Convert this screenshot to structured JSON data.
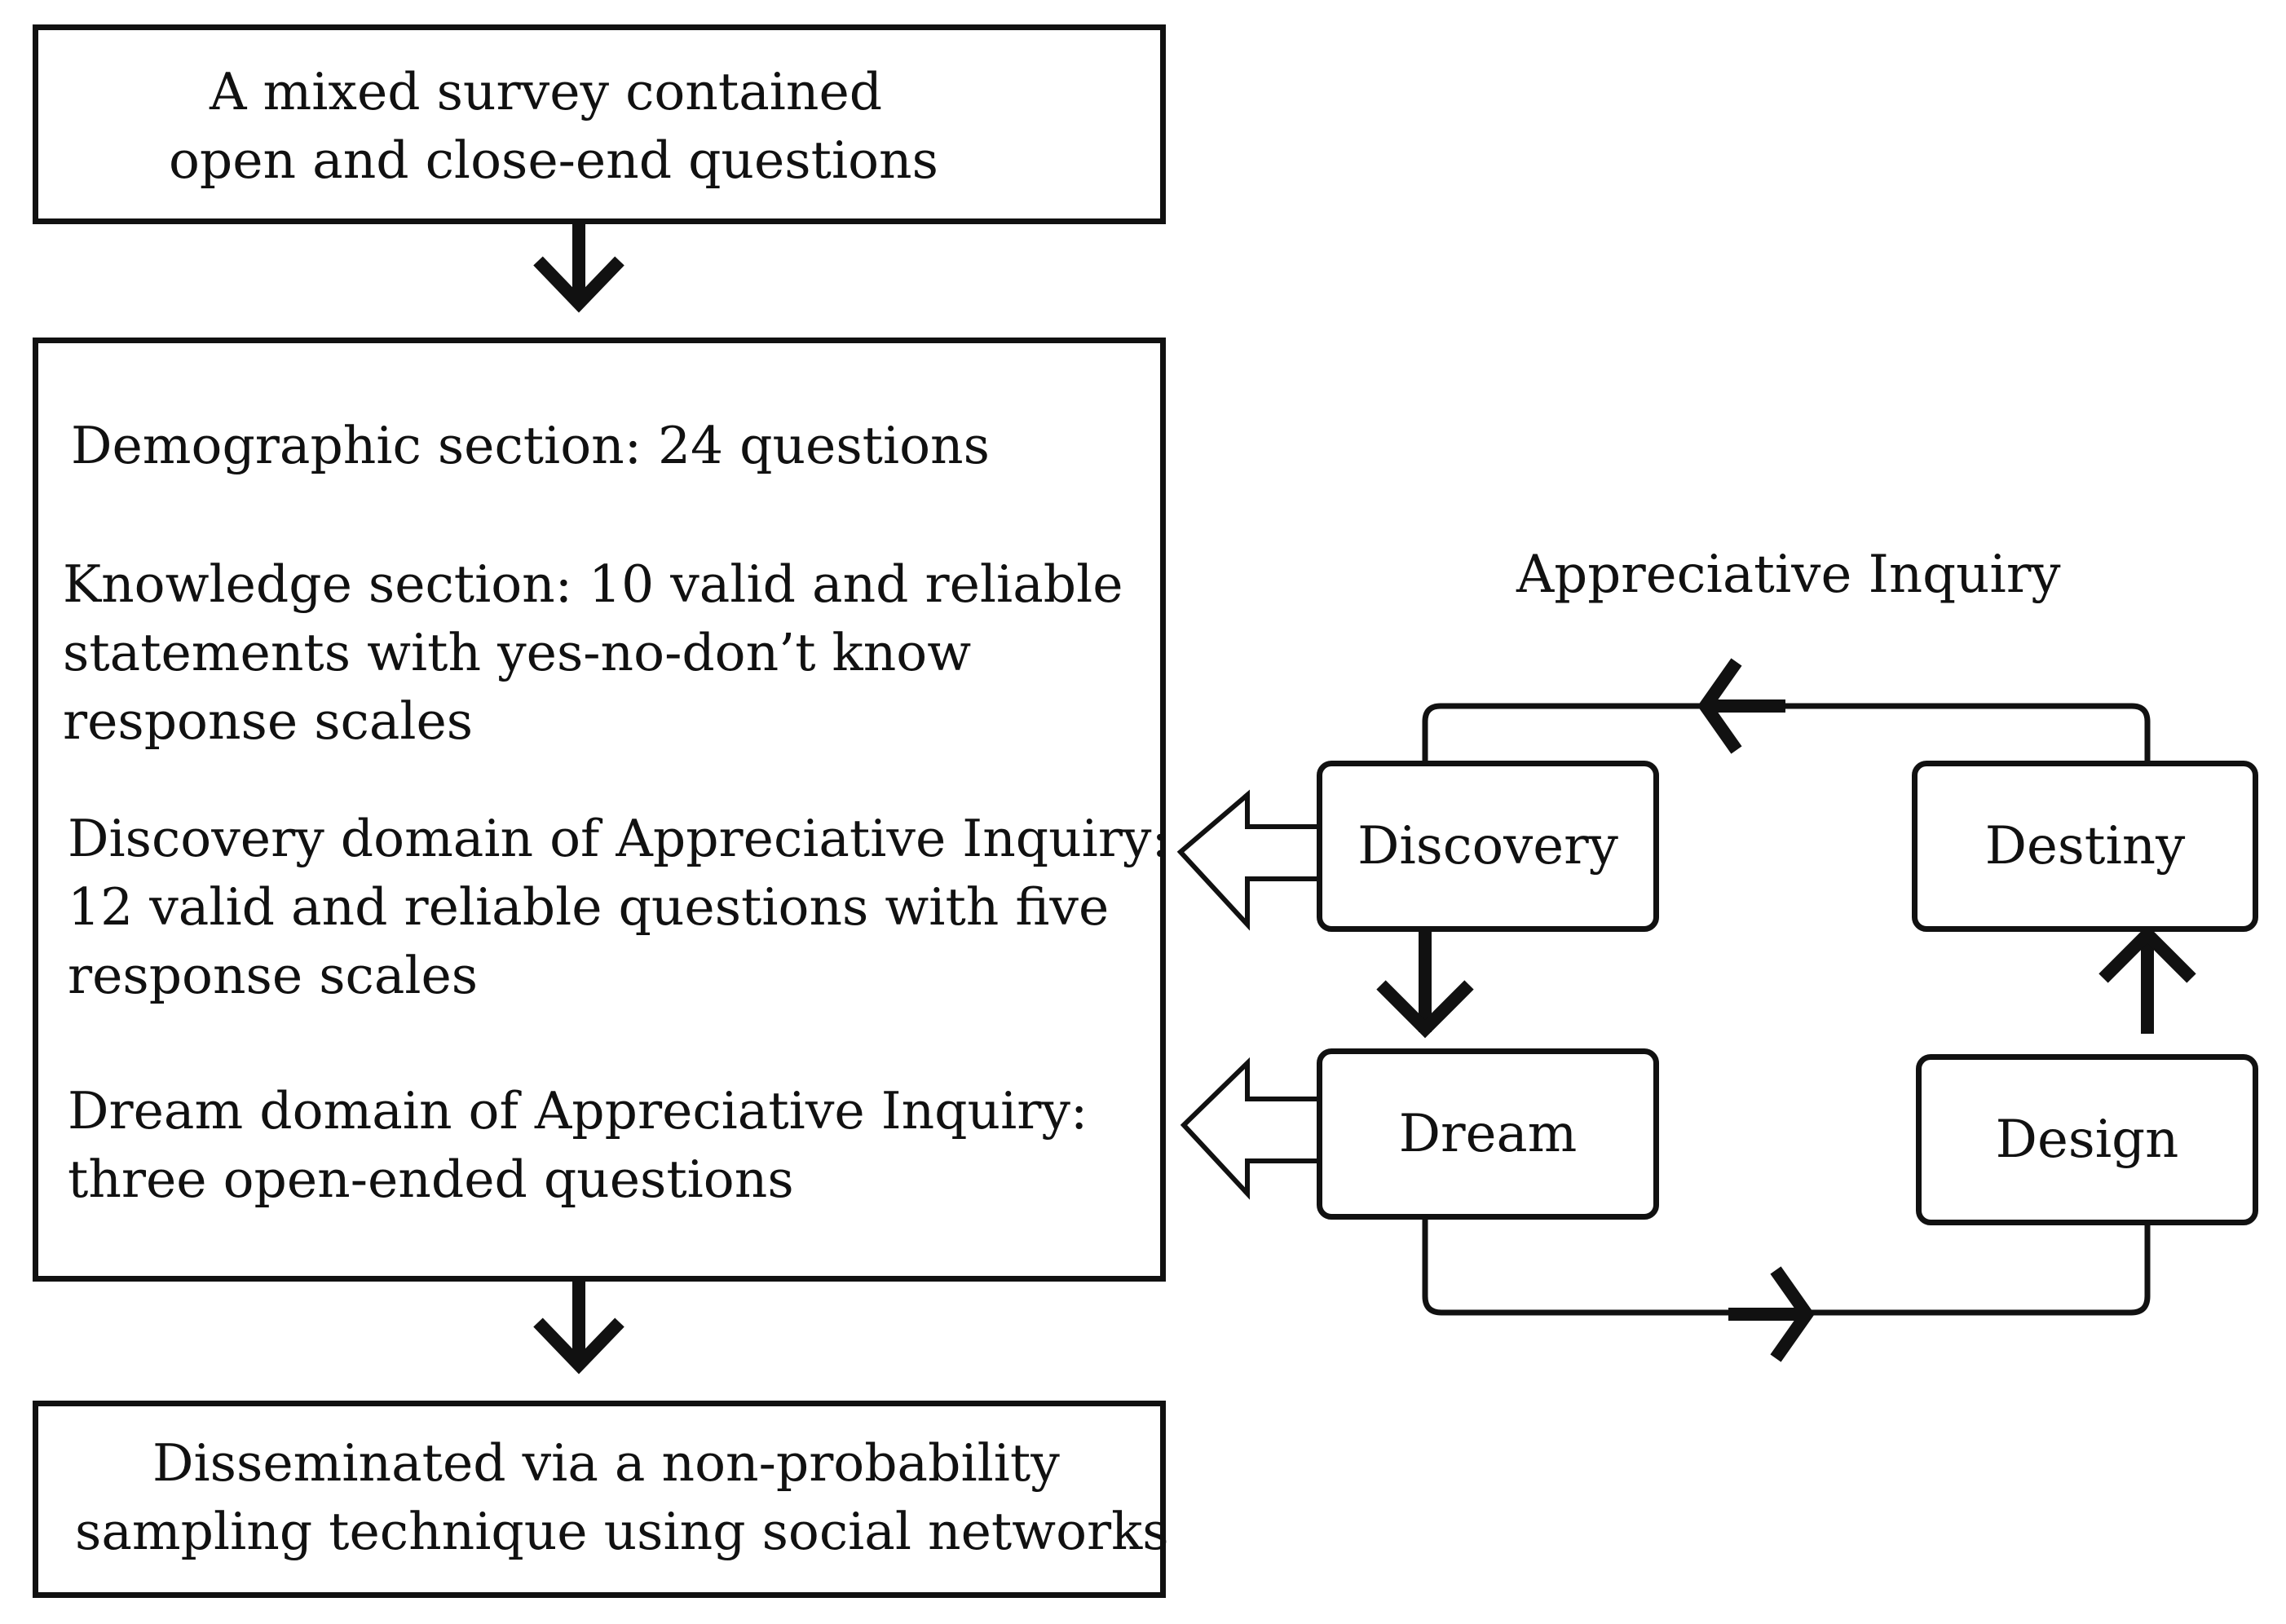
{
  "survey": {
    "top_box": {
      "lines": [
        "A mixed survey contained",
        "open and close-end questions"
      ]
    },
    "sections": {
      "demographic": [
        "Demographic section: 24 questions"
      ],
      "knowledge": [
        "Knowledge section: 10 valid and reliable",
        "statements with yes-no-don’t know",
        "response scales"
      ],
      "discovery": [
        "Discovery domain of Appreciative Inquiry:",
        "12 valid and reliable questions with five",
        "response scales"
      ],
      "dream": [
        "Dream domain of Appreciative Inquiry:",
        "three open-ended questions"
      ]
    },
    "bottom_box": {
      "lines": [
        "Disseminated via a non-probability",
        "sampling technique using social networks"
      ]
    }
  },
  "cycle": {
    "title": "Appreciative Inquiry",
    "phases": {
      "discovery": "Discovery",
      "dream": "Dream",
      "design": "Design",
      "destiny": "Destiny"
    }
  },
  "colors": {
    "stroke": "#111111",
    "background": "#ffffff"
  }
}
